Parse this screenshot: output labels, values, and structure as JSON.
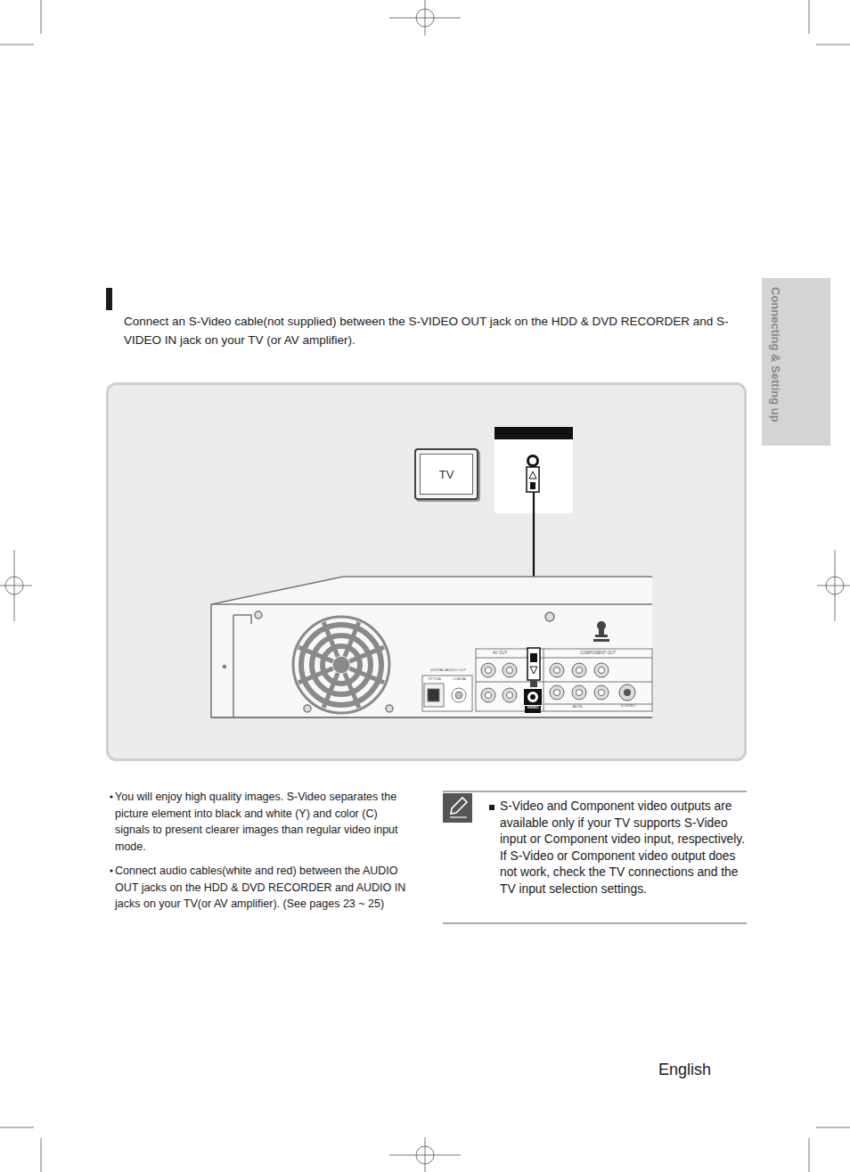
{
  "diagram": {
    "nodes": [
      {
        "text": [
          "TV"
        ]
      }
    ],
    "labels": [
      "Connect an S-Video cable(not supplied) between the S-VIDEO OUT jack on the HDD & DVD RECORDER and S-VIDEO IN jack on your TV (or AV amplifier).",
      "Connecting & Setting up",
      "DIGITAL AUDIO OUT",
      "OPTICAL",
      "COAXIAL",
      "AV OUT",
      "COMPONENT OUT",
      "VIDEO",
      "S-VIDEO",
      "AV IN",
      "You will enjoy high quality images. S-Video separates the picture element into black and white (Y) and color (C) signals to present clearer images than regular video input mode.",
      "Connect audio cables(white and red) between the AUDIO OUT jacks on the HDD & DVD RECORDER and AUDIO IN jacks on your TV(or AV amplifier). (See pages 23 ~ 25)",
      "S-Video and Component video outputs are available only if your TV supports S-Video input or Component video input, respectively. If S-Video or Component video output does not work, check the TV connections and the TV input selection settings.",
      "English"
    ]
  }
}
